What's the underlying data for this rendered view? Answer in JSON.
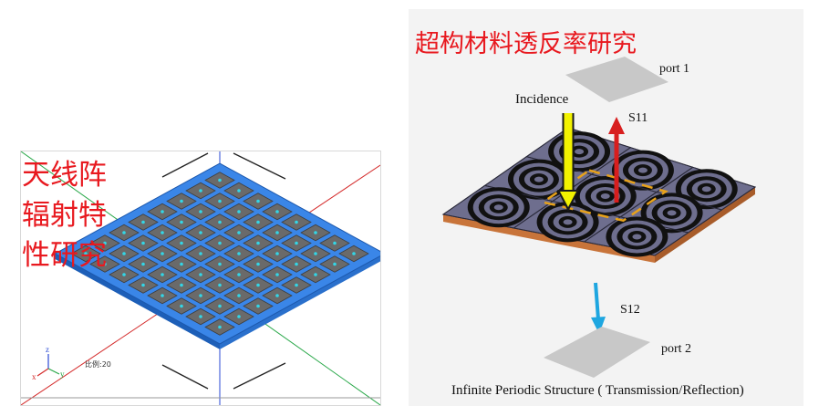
{
  "left": {
    "title_lines": [
      "天线阵",
      "辐射特",
      "性研究"
    ],
    "axis_labels": {
      "z": "z",
      "x": "x",
      "y": "y"
    },
    "scale_text": "比例:20",
    "colors": {
      "ground": "#3a86e8",
      "patch": "#6a6a6a",
      "feed": "#33d6e6",
      "axis_red": "#d42a2a",
      "axis_green": "#2aa84a",
      "axis_blue": "#2a4ad4"
    }
  },
  "right": {
    "title": "超构材料透反率研究",
    "port1_label": "port 1",
    "port2_label": "port 2",
    "incidence_label": "Incidence",
    "s11_label": "S11",
    "s12_label": "S12",
    "caption": "Infinite Periodic Structure ( Transmission/Reflection)",
    "colors": {
      "cell": "#6e6e8e",
      "substrate": "#c8743a",
      "ring": "#111111",
      "incidence": "#f2f200",
      "reflection": "#d81e1e",
      "transmission": "#1ea6e0",
      "port": "#c8c8c8",
      "dash": "#e8a21a"
    }
  }
}
